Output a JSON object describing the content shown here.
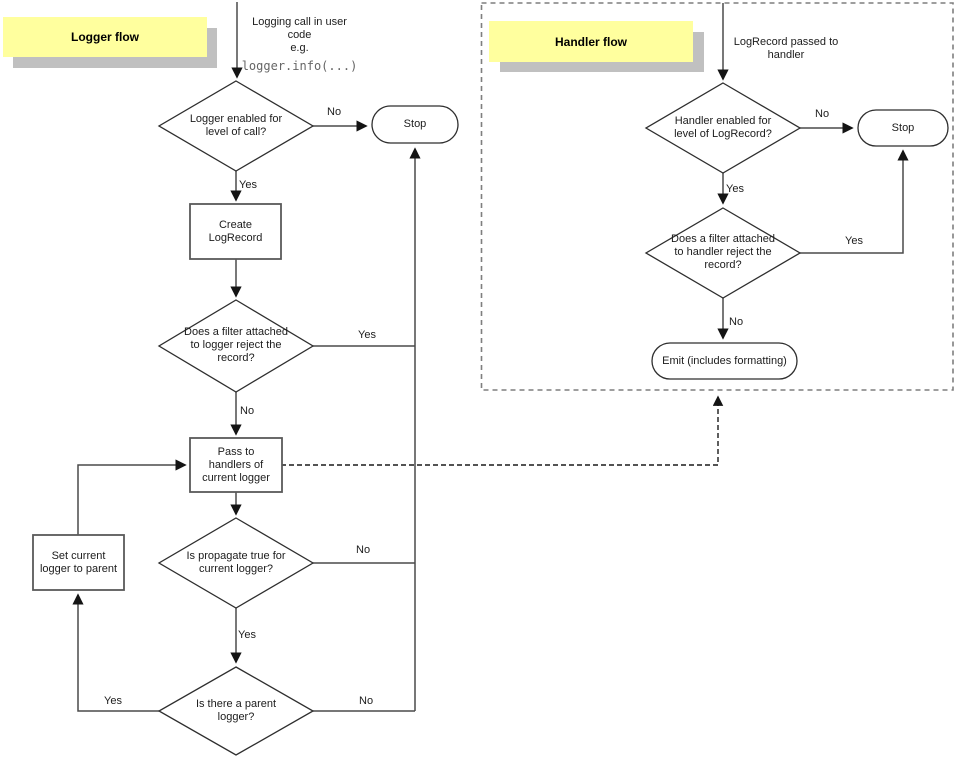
{
  "notes": {
    "logger_title": "Logger flow",
    "handler_title": "Handler flow"
  },
  "logger": {
    "entry_text": "Logging call in user\ncode\ne.g.",
    "entry_code": "logger.info(...)",
    "d1": "Logger enabled for\nlevel of call?",
    "stop": "Stop",
    "create": "Create\nLogRecord",
    "d2": "Does a filter attached\nto logger reject the\nrecord?",
    "pass": "Pass to\nhandlers of\ncurrent logger",
    "d3": "Is propagate true for\ncurrent logger?",
    "d4": "Is there a parent\nlogger?",
    "set_parent": "Set current\nlogger to parent",
    "labels": {
      "d1_no": "No",
      "d1_yes": "Yes",
      "d2_yes": "Yes",
      "d2_no": "No",
      "d3_no": "No",
      "d3_yes": "Yes",
      "d4_yes": "Yes",
      "d4_no": "No"
    }
  },
  "handler": {
    "entry_text": "LogRecord passed to\nhandler",
    "d1": "Handler enabled for\nlevel of LogRecord?",
    "stop": "Stop",
    "d2": "Does a filter attached\nto handler reject the\nrecord?",
    "emit": "Emit (includes formatting)",
    "labels": {
      "d1_no": "No",
      "d1_yes": "Yes",
      "d2_yes": "Yes",
      "d2_no": "No"
    }
  },
  "colors": {
    "note_bg": "#ffff9e",
    "note_shadow": "#c0c0c0",
    "line": "#4a4a4a",
    "shape_stroke": "#2e2e2e",
    "code_text": "#666666"
  }
}
